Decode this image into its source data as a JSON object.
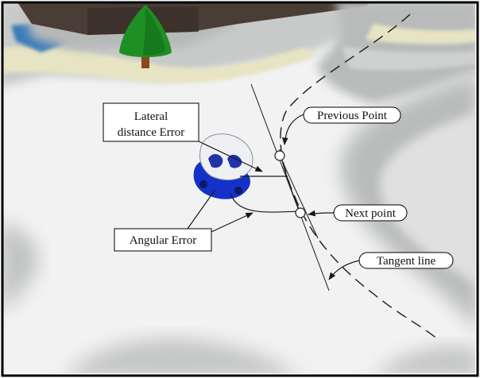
{
  "labels": {
    "lateral_error_line1": "Lateral",
    "lateral_error_line2": "distance Error",
    "angular_error": "Angular Error",
    "previous_point": "Previous Point",
    "next_point": "Next point",
    "tangent_line": "Tangent line"
  },
  "colors": {
    "ground": "#f1f2f1",
    "road_gray": "#b9bcbb",
    "road_edge_cream": "#e7e4c3",
    "blue_marking": "#2e73b8",
    "tree_green": "#1d8f23",
    "tree_trunk": "#8a4a1c",
    "vehicle_blue": "#1432c8",
    "line_color": "#1a1a1a",
    "border": "#000000"
  }
}
